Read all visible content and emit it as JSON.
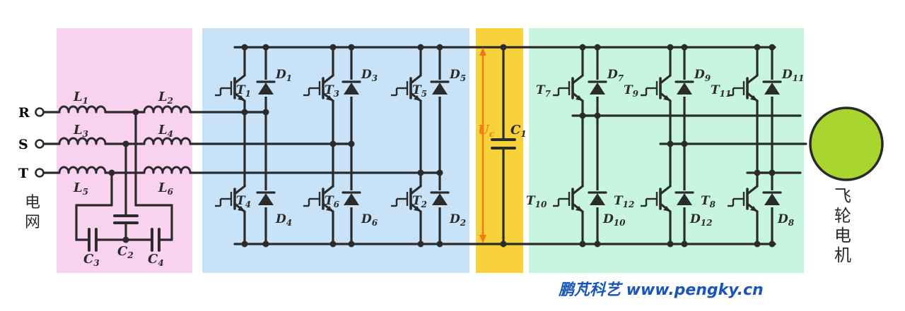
{
  "colors": {
    "filter_panel": "#f9d2ef",
    "rectifier_panel": "#c8e2f8",
    "dc_link_panel": "#f7d23a",
    "inverter_panel": "#c7f5df",
    "motor": "#a8d62e",
    "wire": "#2b2b2b",
    "voltage_marker": "#f07a1a",
    "watermark": "#1a55b8"
  },
  "grid": {
    "label": "电网",
    "phases": [
      "R",
      "S",
      "T"
    ]
  },
  "filter": {
    "inductors": [
      {
        "name": "L",
        "sub": "1"
      },
      {
        "name": "L",
        "sub": "2"
      },
      {
        "name": "L",
        "sub": "3"
      },
      {
        "name": "L",
        "sub": "4"
      },
      {
        "name": "L",
        "sub": "5"
      },
      {
        "name": "L",
        "sub": "6"
      }
    ],
    "capacitors": [
      {
        "name": "C",
        "sub": "3"
      },
      {
        "name": "C",
        "sub": "2"
      },
      {
        "name": "C",
        "sub": "4"
      }
    ]
  },
  "rectifier": {
    "upper": [
      {
        "t": "1",
        "d": "1"
      },
      {
        "t": "3",
        "d": "3"
      },
      {
        "t": "5",
        "d": "5"
      }
    ],
    "lower": [
      {
        "t": "4",
        "d": "4"
      },
      {
        "t": "6",
        "d": "6"
      },
      {
        "t": "2",
        "d": "2"
      }
    ]
  },
  "dc_link": {
    "voltage": {
      "name": "U",
      "sub": "c"
    },
    "capacitor": {
      "name": "C",
      "sub": "1"
    }
  },
  "inverter": {
    "upper": [
      {
        "t": "7",
        "d": "7"
      },
      {
        "t": "9",
        "d": "9"
      },
      {
        "t": "11",
        "d": "11"
      }
    ],
    "lower": [
      {
        "t": "10",
        "d": "10"
      },
      {
        "t": "12",
        "d": "12"
      },
      {
        "t": "8",
        "d": "8"
      }
    ]
  },
  "motor": {
    "label": "飞轮电机"
  },
  "watermark": "鹏芃科艺 www.pengky.cn"
}
